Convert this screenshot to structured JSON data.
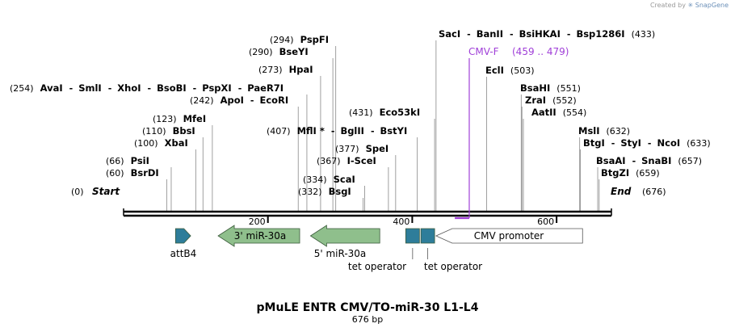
{
  "watermark": {
    "prefix": "Created by",
    "brand": "SnapGene"
  },
  "title": "pMuLE ENTR CMV/TO-miR-30 L1-L4",
  "subtitle": "676 bp",
  "sequence_length": 676,
  "ends": {
    "start_pos": "(0)",
    "start_label": "Start",
    "end_label": "End",
    "end_pos": "(676)"
  },
  "ticks": [
    {
      "value": 200,
      "label": "200"
    },
    {
      "value": 400,
      "label": "400"
    },
    {
      "value": 600,
      "label": "600"
    }
  ],
  "sites": [
    {
      "names": [
        "BsrDI"
      ],
      "pos": 60,
      "pos_label": "(60)",
      "side": "left"
    },
    {
      "names": [
        "PsiI"
      ],
      "pos": 66,
      "pos_label": "(66)",
      "side": "left"
    },
    {
      "names": [
        "XbaI"
      ],
      "pos": 100,
      "pos_label": "(100)",
      "side": "left"
    },
    {
      "names": [
        "BbsI"
      ],
      "pos": 110,
      "pos_label": "(110)",
      "side": "left"
    },
    {
      "names": [
        "MfeI"
      ],
      "pos": 123,
      "pos_label": "(123)",
      "side": "left"
    },
    {
      "names": [
        "ApoI",
        "EcoRI"
      ],
      "pos": 242,
      "pos_label": "(242)",
      "side": "left"
    },
    {
      "names": [
        "AvaI",
        "SmlI",
        "XhoI",
        "BsoBI",
        "PspXI",
        "PaeR7I"
      ],
      "pos": 254,
      "pos_label": "(254)",
      "side": "left"
    },
    {
      "names": [
        "HpaI"
      ],
      "pos": 273,
      "pos_label": "(273)",
      "side": "left"
    },
    {
      "names": [
        "BseYI"
      ],
      "pos": 290,
      "pos_label": "(290)",
      "side": "left"
    },
    {
      "names": [
        "PspFI"
      ],
      "pos": 294,
      "pos_label": "(294)",
      "side": "left"
    },
    {
      "names": [
        "BsgI"
      ],
      "pos": 332,
      "pos_label": "(332)",
      "side": "left"
    },
    {
      "names": [
        "ScaI"
      ],
      "pos": 334,
      "pos_label": "(334)",
      "side": "left"
    },
    {
      "names": [
        "I-SceI"
      ],
      "pos": 367,
      "pos_label": "(367)",
      "side": "left"
    },
    {
      "names": [
        "SpeI"
      ],
      "pos": 377,
      "pos_label": "(377)",
      "side": "left"
    },
    {
      "names": [
        "MflI *",
        "BglII",
        "BstYI"
      ],
      "pos": 407,
      "pos_label": "(407)",
      "side": "left"
    },
    {
      "names": [
        "Eco53kI"
      ],
      "pos": 431,
      "pos_label": "(431)",
      "side": "left"
    },
    {
      "names": [
        "SacI",
        "BanII",
        "BsiHKAI",
        "Bsp1286I"
      ],
      "pos": 433,
      "pos_label": "(433)",
      "side": "right"
    },
    {
      "names": [
        "EclI"
      ],
      "pos": 503,
      "pos_label": "(503)",
      "side": "right"
    },
    {
      "names": [
        "BsaHI"
      ],
      "pos": 551,
      "pos_label": "(551)",
      "side": "right"
    },
    {
      "names": [
        "ZraI"
      ],
      "pos": 552,
      "pos_label": "(552)",
      "side": "right"
    },
    {
      "names": [
        "AatII"
      ],
      "pos": 554,
      "pos_label": "(554)",
      "side": "right"
    },
    {
      "names": [
        "MslI"
      ],
      "pos": 632,
      "pos_label": "(632)",
      "side": "right"
    },
    {
      "names": [
        "BtgI",
        "StyI",
        "NcoI"
      ],
      "pos": 633,
      "pos_label": "(633)",
      "side": "right"
    },
    {
      "names": [
        "BsaAI",
        "SnaBI"
      ],
      "pos": 657,
      "pos_label": "(657)",
      "side": "right"
    },
    {
      "names": [
        "BtgZI"
      ],
      "pos": 659,
      "pos_label": "(659)",
      "side": "right"
    }
  ],
  "primer": {
    "name": "CMV-F",
    "range": "(459 .. 479)",
    "start": 459,
    "end": 479,
    "color": "#a040d8"
  },
  "features": [
    {
      "label": "attB4",
      "start": 72,
      "end": 93,
      "dir": "right",
      "color": "#2e7d9a",
      "kind": "arrow"
    },
    {
      "label": "3' miR-30a",
      "start": 131,
      "end": 244,
      "dir": "left",
      "color": "#8fbf8c",
      "kind": "arrow"
    },
    {
      "label": "5' miR-30a",
      "start": 259,
      "end": 355,
      "dir": "left",
      "color": "#8fbf8c",
      "kind": "arrow"
    },
    {
      "label": "tet operator",
      "start": 391,
      "end": 410,
      "dir": "none",
      "color": "#2e7d9a",
      "kind": "box"
    },
    {
      "label": "tet operator",
      "start": 412,
      "end": 431,
      "dir": "none",
      "color": "#2e7d9a",
      "kind": "box"
    },
    {
      "label": "CMV promoter",
      "start": 433,
      "end": 636,
      "dir": "left",
      "color": "#ffffff",
      "kind": "arrow"
    }
  ]
}
